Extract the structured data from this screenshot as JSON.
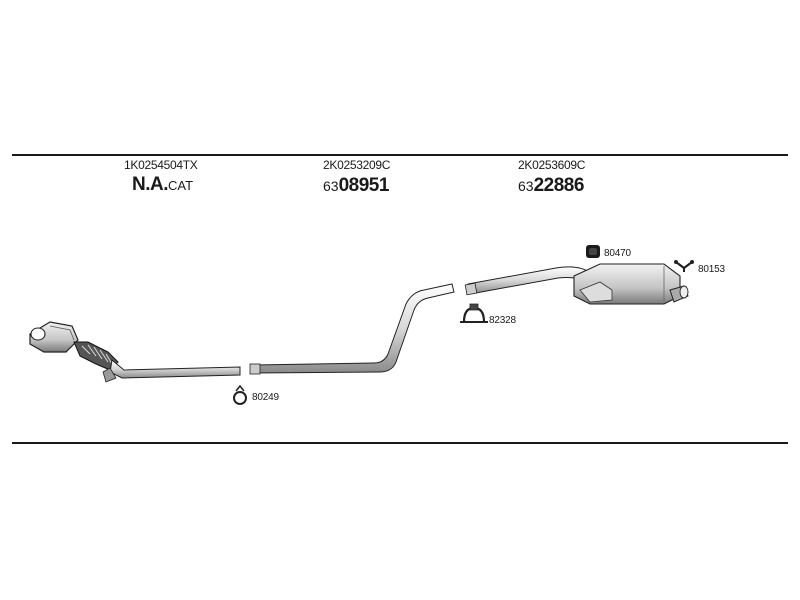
{
  "parts": [
    {
      "code": "1K0254504TX",
      "prefix": "N.A.",
      "suffix": "CAT"
    },
    {
      "code": "2K0253209C",
      "prefix": "63",
      "number": "08951"
    },
    {
      "code": "2K0253609C",
      "prefix": "63",
      "number": "22886"
    }
  ],
  "refs": {
    "clamp_front": "80249",
    "clamp_mid": "82328",
    "rubber_mount": "80470",
    "bracket": "80153"
  }
}
